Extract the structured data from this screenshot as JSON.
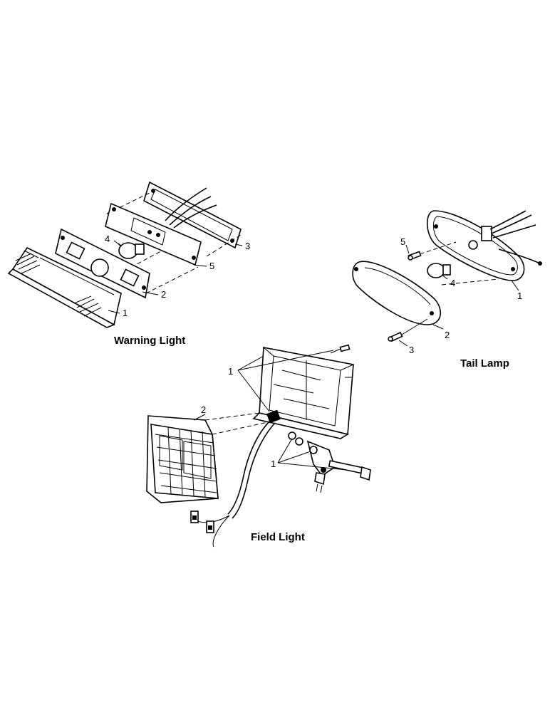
{
  "titles": {
    "warning_light": "Warning Light",
    "tail_lamp": "Tail Lamp",
    "field_light": "Field Light"
  },
  "callouts": {
    "warning": [
      "1",
      "2",
      "3",
      "4",
      "5"
    ],
    "tail": [
      "1",
      "2",
      "3",
      "4",
      "5"
    ],
    "field": [
      "1",
      "2",
      "1"
    ]
  }
}
